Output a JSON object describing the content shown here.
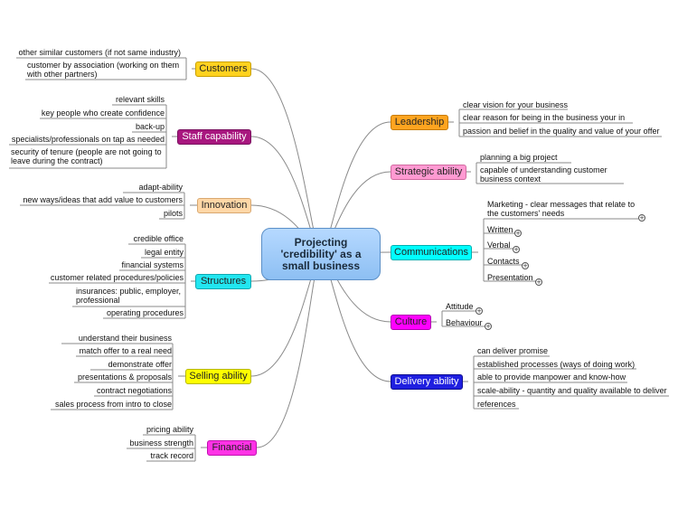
{
  "center": {
    "text": "Projecting\n'credibility' as a\nsmall business"
  },
  "colors": {
    "customers": "#ffd21f",
    "staff": "#a8177f",
    "innovation": "#ffd7a6",
    "structures": "#22e6f0",
    "selling": "#ffff00",
    "financial": "#ff33e6",
    "leadership": "#ffa41f",
    "strategic": "#ff9ad2",
    "communications": "#00ffff",
    "culture": "#ff00ff",
    "delivery": "#1f1fe0"
  },
  "topics": {
    "customers": "Customers",
    "staff": "Staff capability",
    "innovation": "Innovation",
    "structures": "Structures",
    "selling": "Selling ability",
    "financial": "Financial",
    "leadership": "Leadership",
    "strategic": "Strategic ability",
    "communications": "Communications",
    "culture": "Culture",
    "delivery": "Delivery ability"
  },
  "customers_items": [
    "other similar customers (if not same industry)",
    "customer by association (working on them with other partners)"
  ],
  "staff_items": [
    "relevant skills",
    "key people who create confidence",
    "back-up",
    "specialists/professionals on tap as needed",
    "security of tenure (people are not going to leave during the contract)"
  ],
  "innovation_items": [
    "adapt-ability",
    "new ways/ideas that add value to customers",
    "pilots"
  ],
  "structures_items": [
    "credible office",
    "legal entity",
    "financial systems",
    "customer related procedures/policies",
    "insurances: public, employer, professional",
    "operating procedures"
  ],
  "selling_items": [
    "understand their business",
    "match offer to a real need",
    "demonstrate offer",
    "presentations & proposals",
    "contract negotiations",
    "sales process from intro to close"
  ],
  "financial_items": [
    "pricing ability",
    "business strength",
    "track record"
  ],
  "leadership_items": [
    "clear vision for your business",
    "clear reason for being in the business your in",
    "passion and belief in the quality and value of your offer"
  ],
  "strategic_items": [
    "planning a big project",
    "capable of understanding customer business context"
  ],
  "communications_items": [
    "Marketing - clear messages that relate to the customers' needs",
    "Written",
    "Verbal",
    "Contacts",
    "Presentation"
  ],
  "culture_items": [
    "Attitude",
    "Behaviour"
  ],
  "delivery_items": [
    "can deliver promise",
    "established processes (ways of doing work)",
    "able to provide manpower and know-how",
    "scale-ability - quantity and quality available to deliver",
    "references"
  ],
  "expand_symbol": "+"
}
